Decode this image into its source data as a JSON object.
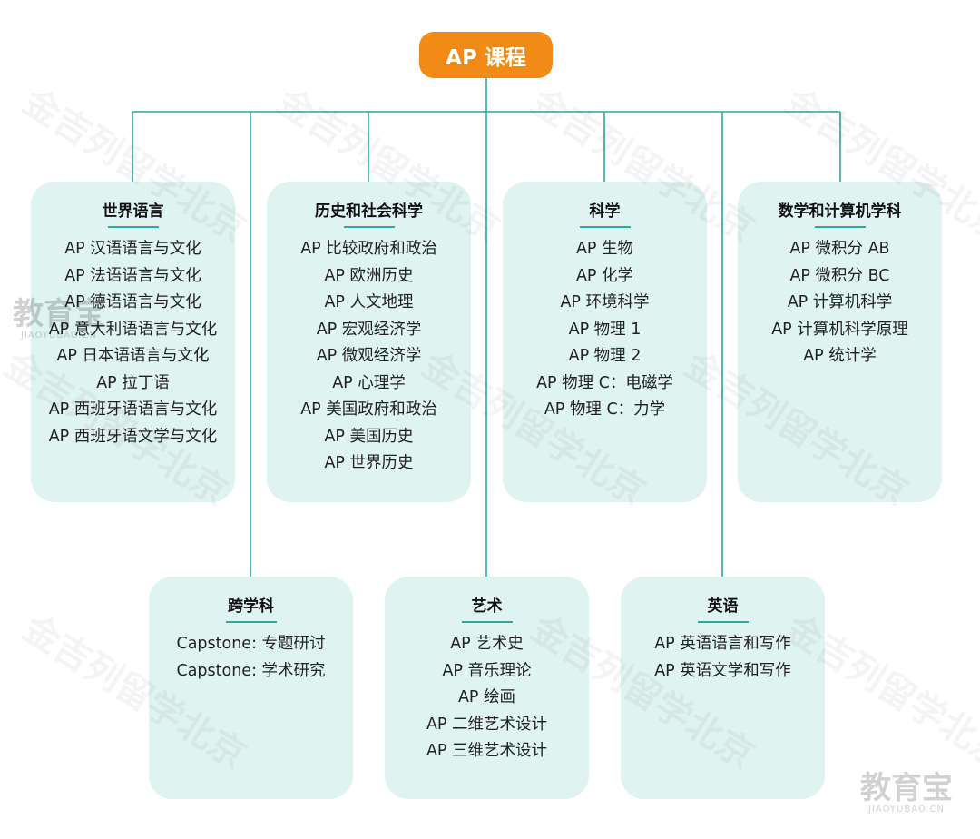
{
  "root": {
    "label": "AP 课程"
  },
  "categories": [
    {
      "title": "世界语言",
      "items": [
        "AP 汉语语言与文化",
        "AP 法语语言与文化",
        "AP 德语语言与文化",
        "AP 意大利语语言与文化",
        "AP 日本语语言与文化",
        "AP 拉丁语",
        "AP 西班牙语语言与文化",
        "AP 西班牙语文学与文化"
      ]
    },
    {
      "title": "历史和社会科学",
      "items": [
        "AP 比较政府和政治",
        "AP 欧洲历史",
        "AP 人文地理",
        "AP 宏观经济学",
        "AP 微观经济学",
        "AP 心理学",
        "AP 美国政府和政治",
        "AP 美国历史",
        "AP 世界历史"
      ]
    },
    {
      "title": "科学",
      "items": [
        "AP 生物",
        "AP 化学",
        "AP 环境科学",
        "AP 物理 1",
        "AP 物理 2",
        "AP 物理 C：电磁学",
        "AP 物理 C：力学"
      ]
    },
    {
      "title": "数学和计算机学科",
      "items": [
        "AP 微积分 AB",
        "AP 微积分 BC",
        "AP 计算机科学",
        "AP 计算机科学原理",
        "AP 统计学"
      ]
    },
    {
      "title": "跨学科",
      "items": [
        "Capstone: 专题研讨",
        "Capstone: 学术研究"
      ]
    },
    {
      "title": "艺术",
      "items": [
        "AP 艺术史",
        "AP 音乐理论",
        "AP 绘画",
        "AP 二维艺术设计",
        "AP 三维艺术设计"
      ]
    },
    {
      "title": "英语",
      "items": [
        "AP 英语语言和写作",
        "AP 英语文学和写作"
      ]
    }
  ],
  "watermark": {
    "text": "金吉列留学北京",
    "logo": "教育宝",
    "logo_url": "JIAOYUBAO.CN"
  },
  "colors": {
    "root": "#f28a16",
    "card": "#dff3f1",
    "line": "#2ea7a0"
  }
}
